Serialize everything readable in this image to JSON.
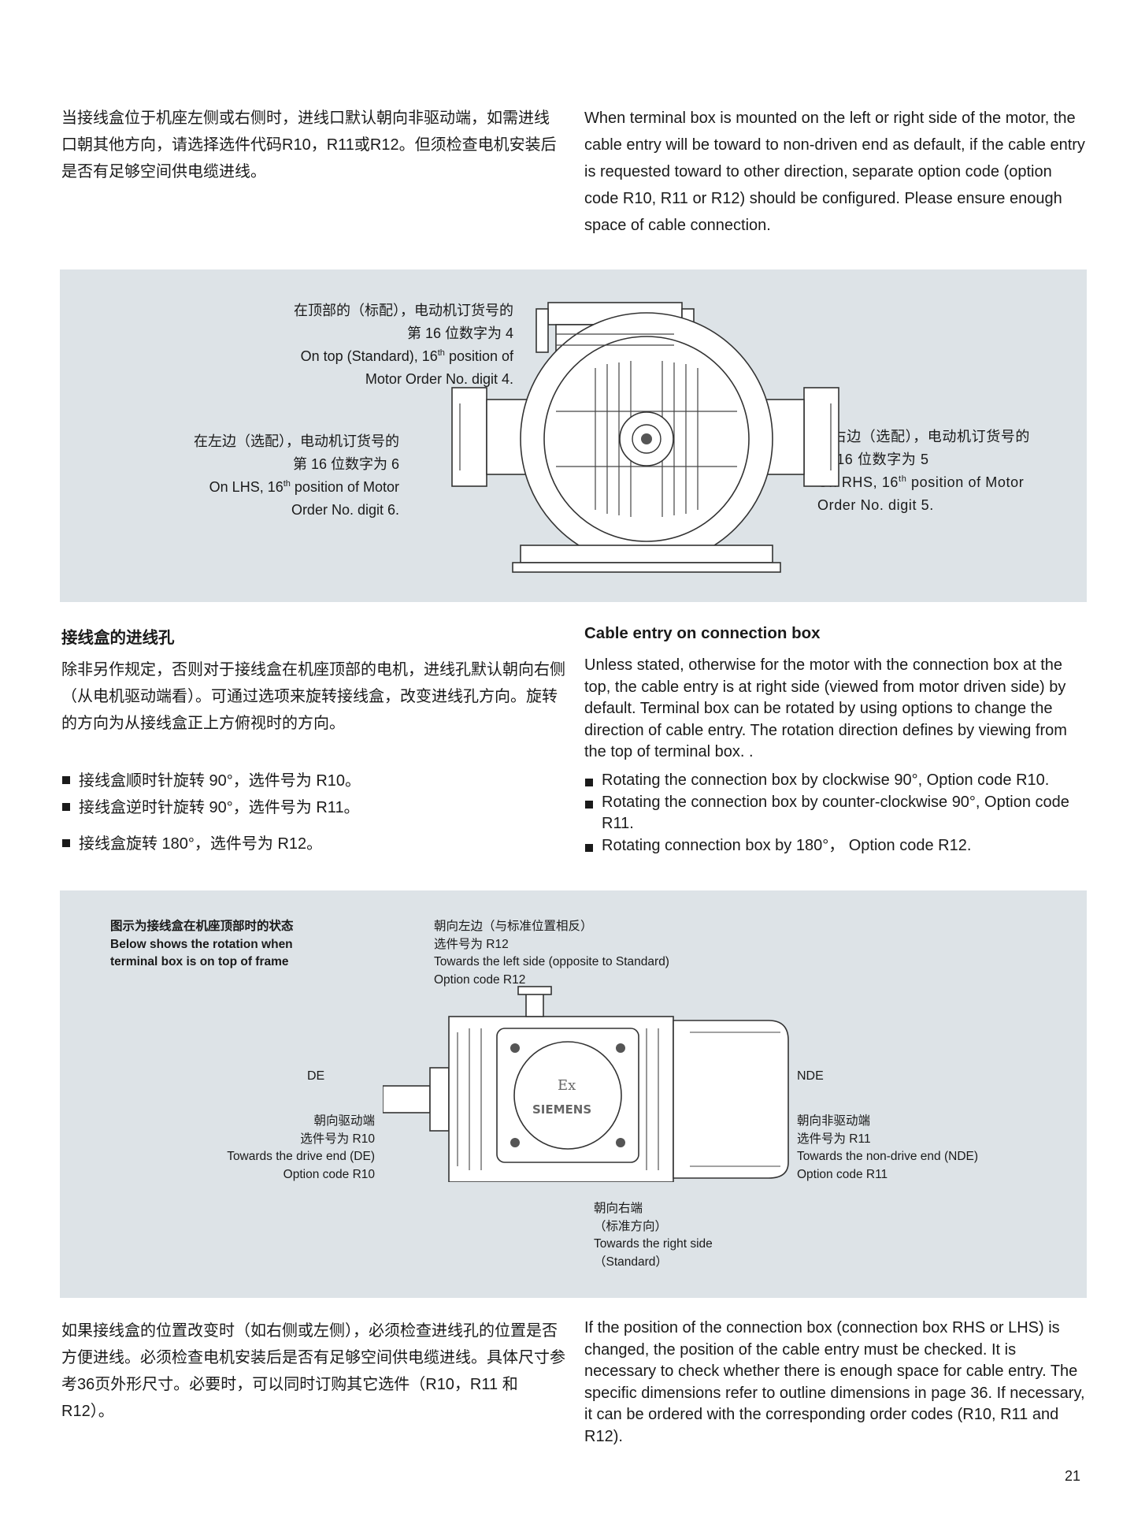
{
  "intro": {
    "cn": "当接线盒位于机座左侧或右侧时，进线口默认朝向非驱动端，如需进线口朝其他方向，请选择选件代码R10，R11或R12。但须检查电机安装后是否有足够空间供电缆进线。",
    "en": "When terminal box is mounted on the left or right side of the motor, the cable entry will be toward to non-driven end as default, if the cable entry is requested toward to other direction, separate option code (option code R10, R11 or R12) should be configured. Please ensure enough space of cable connection."
  },
  "figure1": {
    "top": {
      "cn1": "在顶部的（标配），电动机订货号的",
      "cn2": "第 16 位数字为 4",
      "en1_pre": "On top (Standard), 16",
      "sup": "th",
      "en1_post": " position of",
      "en2": "Motor Order No. digit 4."
    },
    "left": {
      "cn1": "在左边（选配），电动机订货号的",
      "cn2": "第 16 位数字为 6",
      "en1_pre": "On LHS, 16",
      "sup": "th",
      "en1_post": " position of Motor",
      "en2": "Order No. digit 6."
    },
    "right": {
      "cn1": "在右边（选配），电动机订货号的",
      "cn2": "第 16 位数字为 5",
      "en1_pre": "On RHS, 16",
      "sup": "th",
      "en1_post": " position of Motor",
      "en2": "Order No. digit 5."
    }
  },
  "cable_entry": {
    "heading_cn": "接线盒的进线孔",
    "heading_en": "Cable entry on connection box",
    "body_cn": "除非另作规定，否则对于接线盒在机座顶部的电机，进线孔默认朝向右侧（从电机驱动端看）。可通过选项来旋转接线盒，改变进线孔方向。旋转的方向为从接线盒正上方俯视时的方向。",
    "body_en": "Unless stated, otherwise for the motor with the connection box at the top, the cable entry is  at right side (viewed from motor driven side) by default. Terminal box can be rotated by using options to change the direction of cable entry. The rotation direction defines by viewing from the top of terminal box. .",
    "bullets_cn": [
      "接线盒顺时针旋转 90°，选件号为 R10。",
      "接线盒逆时针旋转 90°，选件号为 R11。",
      "接线盒旋转 180°，选件号为 R12。"
    ],
    "bullets_en": [
      "Rotating the connection box by clockwise 90°, Option code R10.",
      "Rotating the connection box by counter-clockwise 90°, Option code R11.",
      "Rotating connection box by 180°， Option code R12."
    ]
  },
  "figure2": {
    "caption_cn": "图示为接线盒在机座顶部时的状态",
    "caption_en1": "Below shows the rotation when",
    "caption_en2": "terminal box is on top of frame",
    "top": {
      "cn1": "朝向左边（与标准位置相反）",
      "cn2": "选件号为 R12",
      "en1": "Towards the left side (opposite to Standard)",
      "en2": "Option code R12"
    },
    "de": "DE",
    "nde": "NDE",
    "left": {
      "cn1": "朝向驱动端",
      "cn2": "选件号为 R10",
      "en1": "Towards the drive end (DE)",
      "en2": "Option code R10"
    },
    "right": {
      "cn1": "朝向非驱动端",
      "cn2": "选件号为 R11",
      "en1": "Towards the non-drive end (NDE)",
      "en2": "Option code R11"
    },
    "bottom": {
      "cn1": "朝向右端",
      "cn2": "（标准方向）",
      "en1": "Towards the right side",
      "en2": "（Standard）"
    },
    "plate_ex": "Ex",
    "plate_brand": "SIEMENS"
  },
  "outro": {
    "cn": "如果接线盒的位置改变时（如右侧或左侧），必须检查进线孔的位置是否方便进线。必须检查电机安装后是否有足够空间供电缆进线。具体尺寸参考36页外形尺寸。必要时，可以同时订购其它选件（R10，R11 和 R12）。",
    "en": "If the position of the connection box (connection box RHS or LHS) is changed, the position of the cable entry must be checked. It is necessary to check whether there is enough space for cable entry. The specific dimensions refer to outline dimensions in page 36. If necessary, it can be ordered with the corresponding order codes (R10, R11 and R12)."
  },
  "page_number": "21",
  "colors": {
    "panel": "#dde3e7",
    "text": "#1a1a1a",
    "line": "#333333"
  }
}
